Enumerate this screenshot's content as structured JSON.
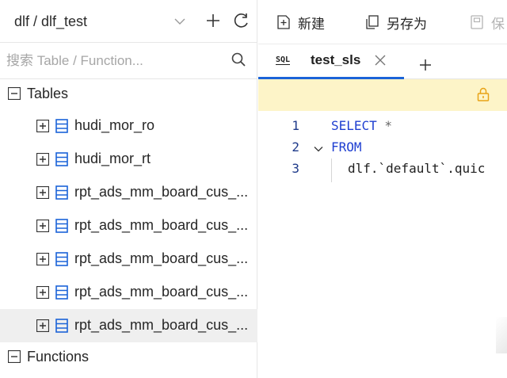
{
  "sidebar": {
    "db_selector": "dlf / dlf_test",
    "search_placeholder": "搜索 Table / Function...",
    "tables_section": "Tables",
    "functions_section": "Functions",
    "tables": [
      {
        "name": "hudi_mor_ro",
        "selected": false
      },
      {
        "name": "hudi_mor_rt",
        "selected": false
      },
      {
        "name": "rpt_ads_mm_board_cus_...",
        "selected": false
      },
      {
        "name": "rpt_ads_mm_board_cus_...",
        "selected": false
      },
      {
        "name": "rpt_ads_mm_board_cus_...",
        "selected": false
      },
      {
        "name": "rpt_ads_mm_board_cus_...",
        "selected": false
      },
      {
        "name": "rpt_ads_mm_board_cus_...",
        "selected": true
      }
    ]
  },
  "toolbar": {
    "new_label": "新建",
    "save_as_label": "另存为",
    "save_label": "保"
  },
  "tab": {
    "badge": "SQL",
    "name": "test_sls"
  },
  "editor": {
    "lines": [
      {
        "number": "1",
        "keyword": "SELECT",
        "rest": " *"
      },
      {
        "number": "2",
        "keyword": "FROM",
        "rest": ""
      },
      {
        "number": "3",
        "keyword": "",
        "rest": "dlf.`default`.quic"
      }
    ]
  },
  "colors": {
    "accent": "#1b63d8",
    "table_icon": "#1b63d8",
    "keyword": "#1f3fd1",
    "warn_bar": "#fdf4c8",
    "lock": "#e8a317",
    "selected_row": "#efefef"
  }
}
